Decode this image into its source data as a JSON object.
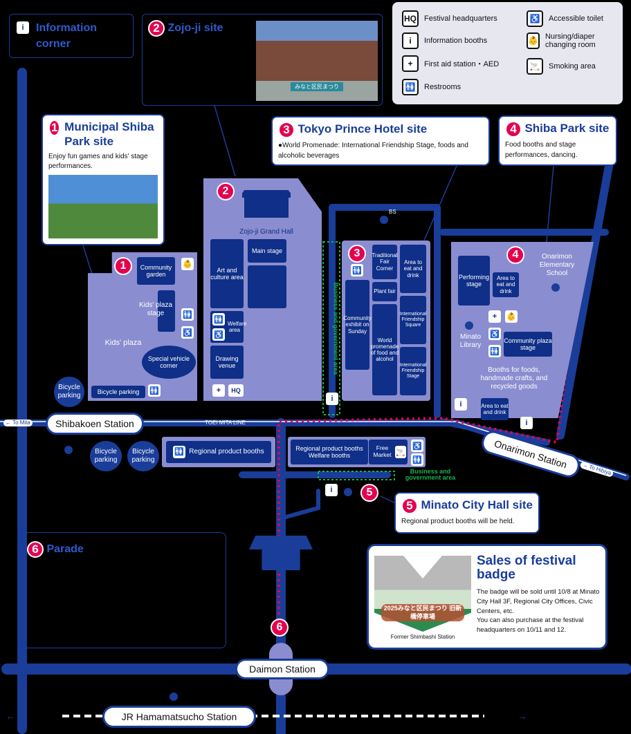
{
  "info_corner": "Information corner",
  "legend": [
    {
      "icon": "HQ",
      "label": "Festival headquarters"
    },
    {
      "icon": "i",
      "label": "Information booths"
    },
    {
      "icon": "+",
      "label": "First aid station・AED"
    },
    {
      "icon": "🚻",
      "label": "Restrooms"
    },
    {
      "icon": "♿",
      "label": "Accessible toilet"
    },
    {
      "icon": "👶",
      "label": "Nursing/diaper changing room"
    },
    {
      "icon": "🚬",
      "label": "Smoking area"
    }
  ],
  "sites": [
    {
      "num": "1",
      "title": "Municipal Shiba Park site",
      "desc": "Enjoy fun games and kids' stage performances."
    },
    {
      "num": "2",
      "title": "Zojo-ji site",
      "desc": ""
    },
    {
      "num": "3",
      "title": "Tokyo Prince Hotel site",
      "desc": "●World Promenade: International Friendship Stage, foods and alcoholic beverages"
    },
    {
      "num": "4",
      "title": "Shiba Park site",
      "desc": "Food booths and stage performances, dancing."
    },
    {
      "num": "5",
      "title": "Minato City Hall site",
      "desc": "Regional product booths will be held."
    },
    {
      "num": "6",
      "title": "Parade",
      "desc": ""
    }
  ],
  "zojoji_photo_caption": "みなと区民まつり",
  "areas": {
    "community_garden": "Community garden",
    "kids_plaza_stage": "Kids' plaza stage",
    "kids_plaza": "Kids' plaza",
    "special_vehicle": "Special vehicle corner",
    "bicycle_parking": "Bicycle parking",
    "bicycle_parking_short": "Bicycle parking",
    "grand_hall": "Zojo-ji Grand Hall",
    "main_stage": "Main stage",
    "art_culture": "Art and culture area",
    "welfare": "Welfare area",
    "drawing": "Drawing venue",
    "hq": "HQ",
    "traditional": "Traditional Fair Corner",
    "eat_drink": "Area to eat and drink",
    "plant": "Plant fair",
    "community_exhibit": "Community exhibit on Sunday",
    "world_promenade": "World promenade of food and alcohol",
    "ifs_square": "International Friendship Square",
    "ifs_stage": "International Friendship Stage",
    "bs": "BS",
    "business_gov": "Business and government area",
    "performing": "Performing stage",
    "onarimon_school": "Onarimon Elementary School",
    "minato_library": "Minato Library",
    "community_plaza": "Community plaza stage",
    "booths_foods": "Booths for foods, handmade crafts, and recycled goods",
    "regional_booths": "Regional product booths",
    "regional_booths2": "Regional product booths",
    "welfare_booths": "Welfare booths",
    "free_market": "Free Market"
  },
  "stations": {
    "shibakoen": "Shibakoen Station",
    "onarimon": "Onarimon Station",
    "daimon": "Daimon Station",
    "hamamatsucho": "JR Hamamatsucho Station",
    "toei": "TOEI MITA LINE",
    "to_mita": "← To Mita",
    "to_hibiya": "→ To Hibiya"
  },
  "badge": {
    "title": "Sales of festival badge",
    "text1": "The badge will be sold until 10/8 at Minato City Hall 3F, Regional City Offices, Civic Centers, etc.",
    "text2": "You can also purchase at the festival headquarters on 10/11 and 12.",
    "caption": "Former Shimbashi Station",
    "badge_text": "2025みなと区民まつり 旧新橋停車場"
  },
  "colors": {
    "road": "#1a3d99",
    "block": "#8a8dcf",
    "accent": "#e4004f",
    "box": "#0f2f88"
  }
}
